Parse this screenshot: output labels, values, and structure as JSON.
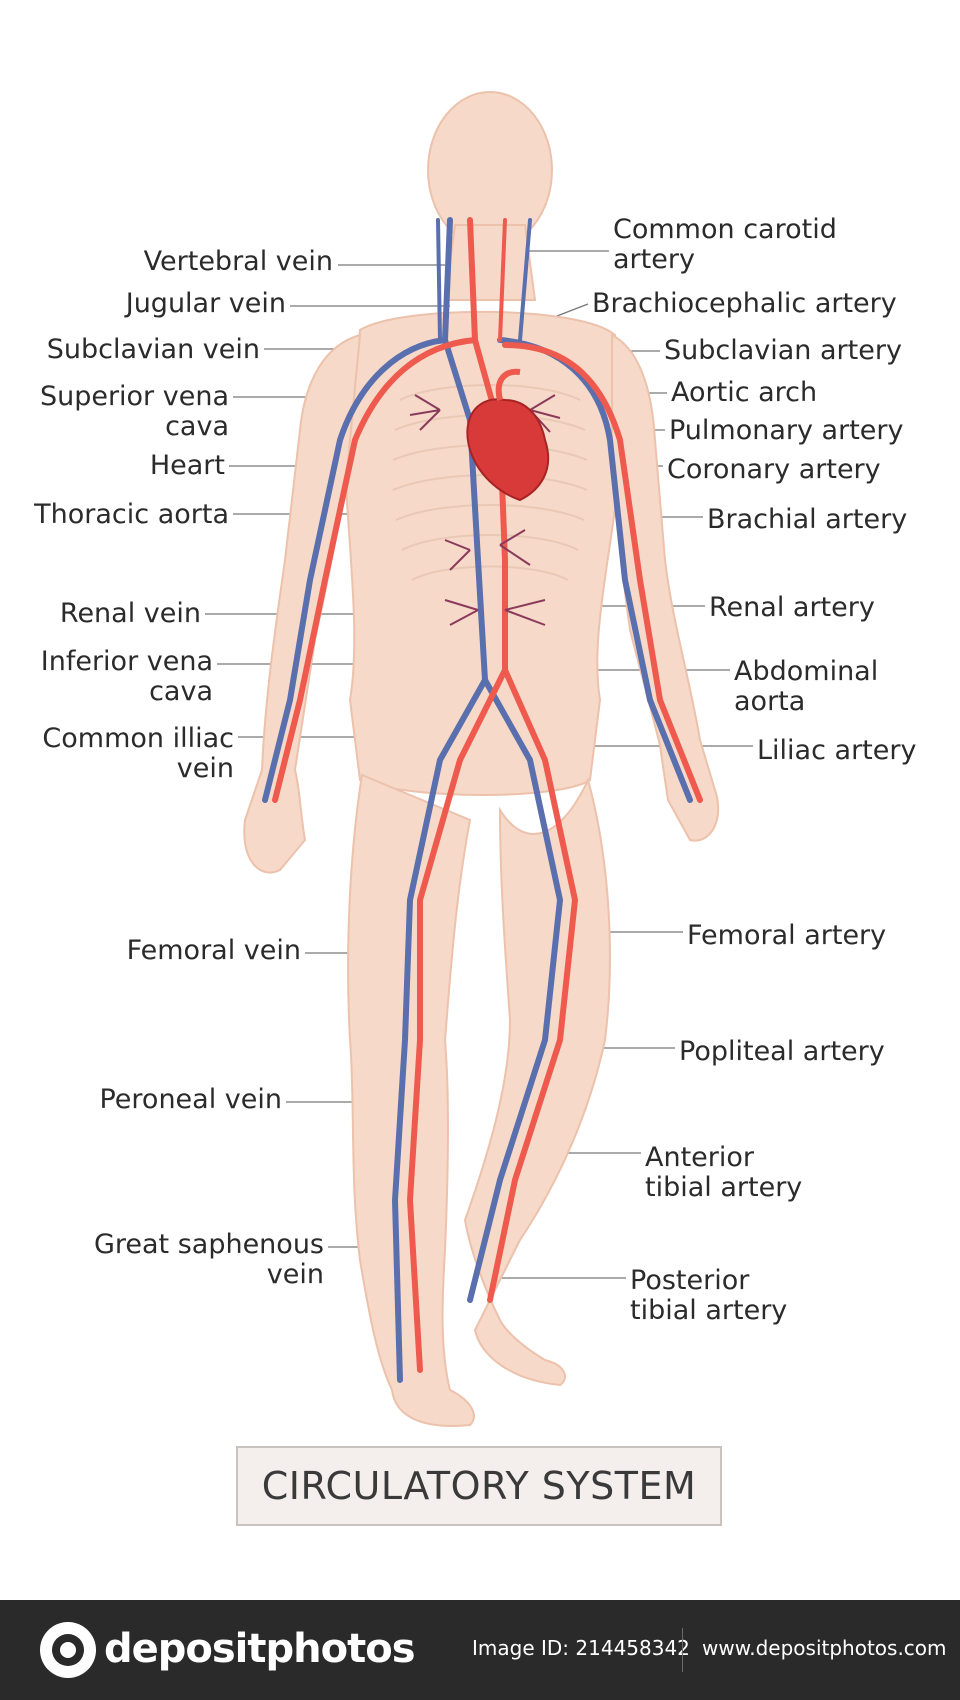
{
  "labels_left": [
    {
      "id": "vertebral-vein",
      "lines": [
        "Vertebral vein"
      ]
    },
    {
      "id": "jugular-vein",
      "lines": [
        "Jugular vein"
      ]
    },
    {
      "id": "subclavian-vein",
      "lines": [
        "Subclavian vein"
      ]
    },
    {
      "id": "superior-vena-cava",
      "lines": [
        "Superior vena",
        "cava"
      ]
    },
    {
      "id": "heart",
      "lines": [
        "Heart"
      ]
    },
    {
      "id": "thoracic-aorta",
      "lines": [
        "Thoracic aorta"
      ]
    },
    {
      "id": "renal-vein",
      "lines": [
        "Renal vein"
      ]
    },
    {
      "id": "inferior-vena-cava",
      "lines": [
        "Inferior vena",
        "cava"
      ]
    },
    {
      "id": "common-illiac-vein",
      "lines": [
        "Common illiac",
        "vein"
      ]
    },
    {
      "id": "femoral-vein",
      "lines": [
        "Femoral vein"
      ]
    },
    {
      "id": "peroneal-vein",
      "lines": [
        "Peroneal vein"
      ]
    },
    {
      "id": "great-saphenous-vein",
      "lines": [
        "Great saphenous",
        "vein"
      ]
    }
  ],
  "labels_right": [
    {
      "id": "common-carotid-artery",
      "lines": [
        "Common carotid",
        "artery"
      ]
    },
    {
      "id": "brachiocephalic-artery",
      "lines": [
        "Brachiocephalic artery"
      ]
    },
    {
      "id": "subclavian-artery",
      "lines": [
        "Subclavian artery"
      ]
    },
    {
      "id": "aortic-arch",
      "lines": [
        "Aortic arch"
      ]
    },
    {
      "id": "pulmonary-artery",
      "lines": [
        "Pulmonary artery"
      ]
    },
    {
      "id": "coronary-artery",
      "lines": [
        "Coronary artery"
      ]
    },
    {
      "id": "brachial-artery",
      "lines": [
        "Brachial artery"
      ]
    },
    {
      "id": "renal-artery",
      "lines": [
        "Renal artery"
      ]
    },
    {
      "id": "abdominal-aorta",
      "lines": [
        "Abdominal",
        "aorta"
      ]
    },
    {
      "id": "liliac-artery",
      "lines": [
        "Liliac artery"
      ]
    },
    {
      "id": "femoral-artery",
      "lines": [
        "Femoral artery"
      ]
    },
    {
      "id": "popliteal-artery",
      "lines": [
        "Popliteal artery"
      ]
    },
    {
      "id": "anterior-tibial-artery",
      "lines": [
        "Anterior",
        "tibial artery"
      ]
    },
    {
      "id": "posterior-tibial-artery",
      "lines": [
        "Posterior",
        "tibial artery"
      ]
    }
  ],
  "title": "CIRCULATORY SYSTEM",
  "footer": {
    "logo": "depositphotos",
    "image_id": "Image ID: 214458342",
    "url": "www.depositphotos.com"
  },
  "colors": {
    "skin": "#f6d9c8",
    "artery": "#ee5a4e",
    "vein": "#5a6fae",
    "heart": "#d83a3a",
    "leader_line": "#777777"
  }
}
